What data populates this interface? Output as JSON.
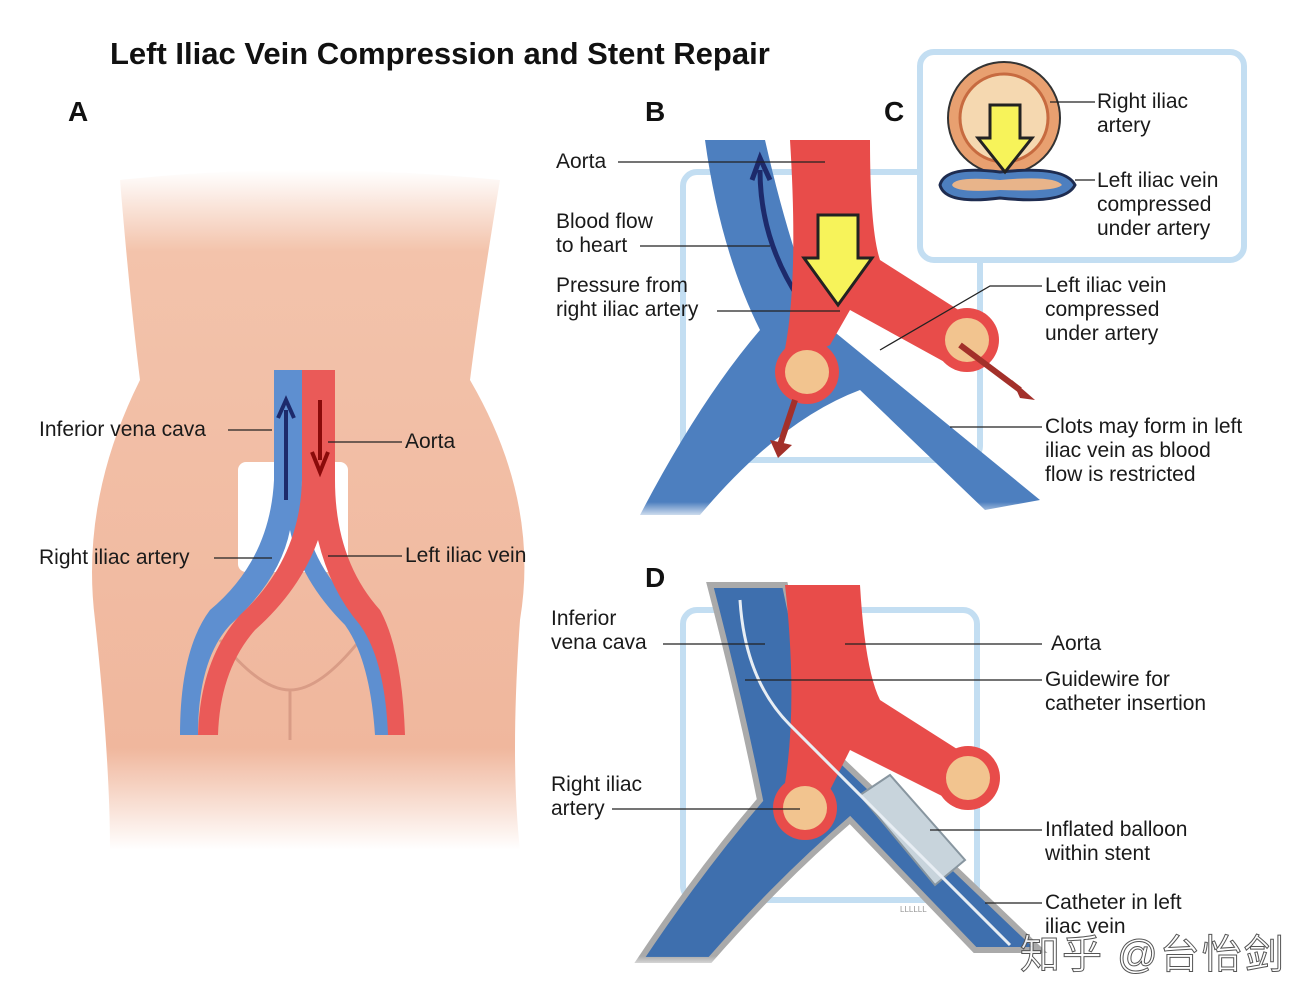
{
  "title": "Left Iliac Vein Compression and Stent Repair",
  "panels": {
    "a": "A",
    "b": "B",
    "c": "C",
    "d": "D"
  },
  "panel_a": {
    "inferior_vena_cava": "Inferior vena cava",
    "aorta": "Aorta",
    "right_iliac_artery": "Right iliac artery",
    "left_iliac_vein": "Left iliac vein"
  },
  "panel_b": {
    "aorta": "Aorta",
    "blood_flow": [
      "Blood flow",
      "to heart"
    ],
    "pressure": [
      "Pressure from",
      "right iliac artery"
    ],
    "left_iliac_vein": [
      "Left iliac vein",
      "compressed",
      "under artery"
    ],
    "clots": [
      "Clots may form in left",
      "iliac vein as blood",
      "flow is restricted"
    ]
  },
  "panel_c": {
    "right_iliac_artery": [
      "Right iliac",
      "artery"
    ],
    "left_iliac_vein": [
      "Left iliac vein",
      "compressed",
      "under artery"
    ]
  },
  "panel_d": {
    "inferior_vena_cava": [
      "Inferior",
      "vena cava"
    ],
    "aorta": "Aorta",
    "guidewire": [
      "Guidewire for",
      "catheter insertion"
    ],
    "right_iliac_artery": [
      "Right iliac",
      "artery"
    ],
    "balloon": [
      "Inflated balloon",
      "within stent"
    ],
    "catheter": [
      "Catheter in left",
      "iliac vein"
    ]
  },
  "watermark": "知乎 @台怡剑",
  "small_mark": "LLLLLL",
  "colors": {
    "artery": "#e8504f",
    "vein": "#4a7fc0",
    "skin": "#f1bca3",
    "frame": "#c3def2",
    "arrow": "#f7f35a"
  }
}
